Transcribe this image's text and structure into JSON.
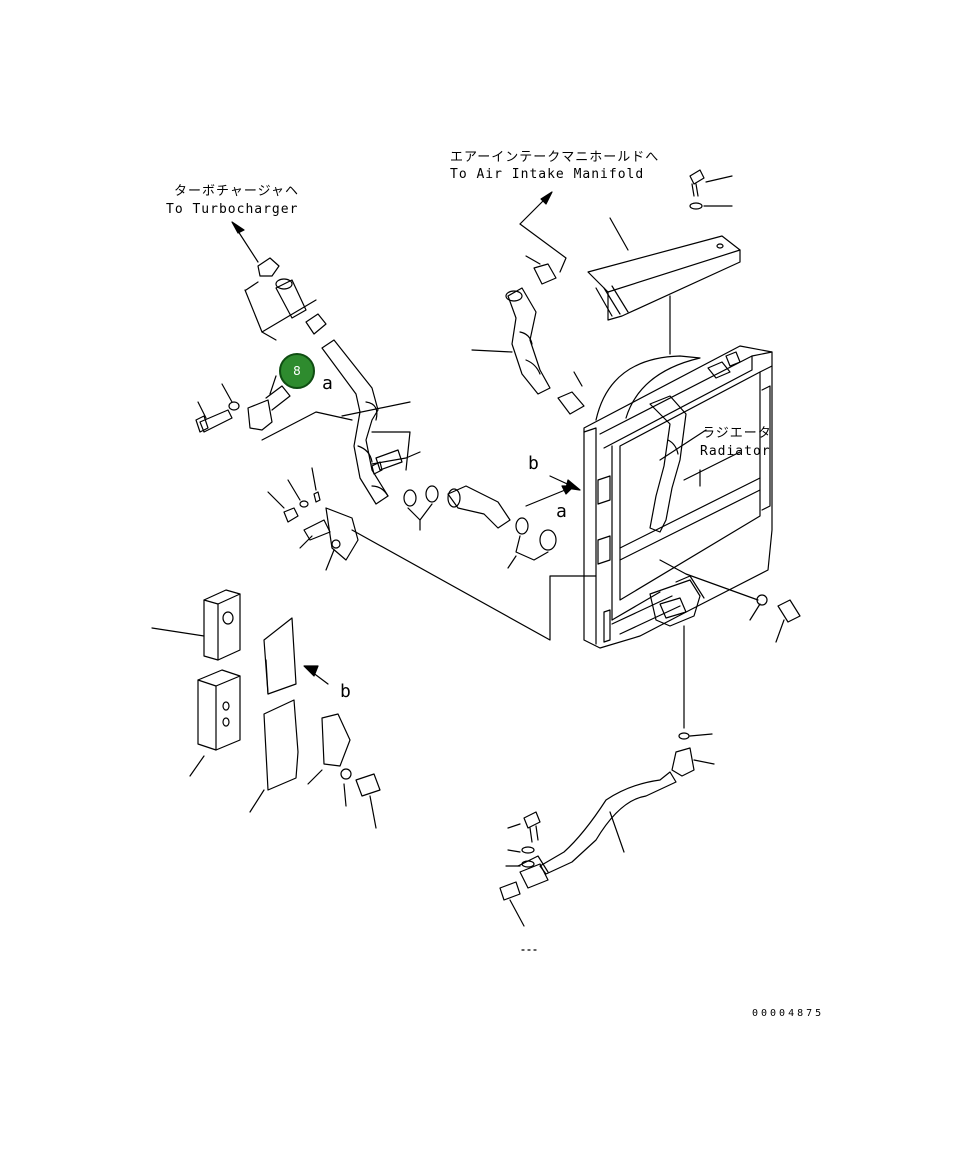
{
  "labels": {
    "turbo_jp": "ターボチャージャヘ",
    "turbo_en": "To Turbocharger",
    "intake_jp": "エアーインテークマニホールドへ",
    "intake_en": "To Air Intake Manifold",
    "radiator_jp": "ラジエータ",
    "radiator_en": "Radiator",
    "ref_a1": "a",
    "ref_a2": "a",
    "ref_b1": "b",
    "ref_b2": "b",
    "drawing_number": "00004875"
  },
  "callout": {
    "number": "8",
    "color": "#2e8b2e"
  },
  "colors": {
    "line": "#000000",
    "background": "#ffffff"
  }
}
